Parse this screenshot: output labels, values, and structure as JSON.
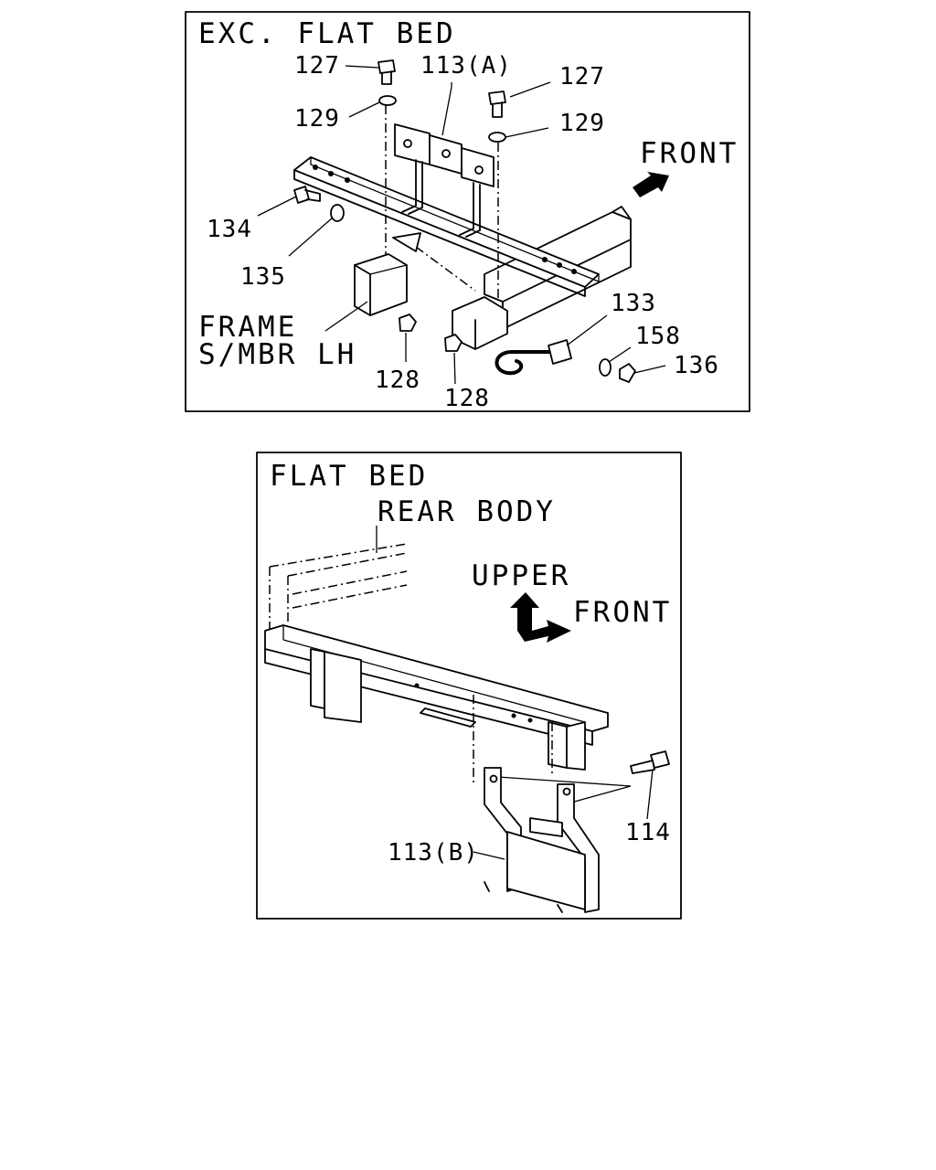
{
  "top_panel": {
    "title": "EXC. FLAT BED",
    "frame_label_1": "FRAME",
    "frame_label_2": "S/MBR LH",
    "direction": "FRONT",
    "callouts": {
      "c127a": "127",
      "c113a": "113(A)",
      "c127b": "127",
      "c129a": "129",
      "c129b": "129",
      "c134": "134",
      "c135": "135",
      "c128a": "128",
      "c128b": "128",
      "c133": "133",
      "c158": "158",
      "c136": "136"
    }
  },
  "bottom_panel": {
    "title": "FLAT BED",
    "rear_body": "REAR BODY",
    "dir_upper": "UPPER",
    "dir_front": "FRONT",
    "callouts": {
      "c114": "114",
      "c113b": "113(B)"
    }
  }
}
